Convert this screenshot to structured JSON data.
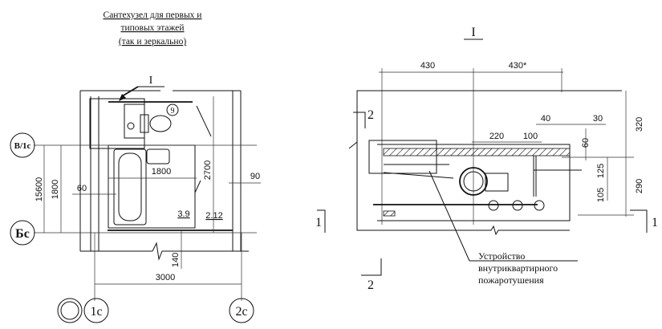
{
  "left_plan": {
    "title_lines": [
      "Сантехузел для первых и",
      "типовых этажей",
      "(так и зеркально)"
    ],
    "section_mark": "I",
    "fixture_tag": "9",
    "axis_labels": {
      "v1c": "В/1с",
      "bc": "Бс",
      "c1": "1с",
      "c2": "2с"
    },
    "dimensions": {
      "overall_vertical": "15600",
      "vertical": "1800",
      "bath_width": "1800",
      "height_2700": "2700",
      "offset_60": "60",
      "right_90": "90",
      "bottom_140": "140",
      "overall_width": "3000"
    },
    "level_marks": [
      "3.9",
      "2.12"
    ]
  },
  "right_section": {
    "title": "I",
    "section_marks": {
      "one_left": "1",
      "one_right": "1",
      "two_top": "2",
      "two_bottom": "2"
    },
    "dimensions": {
      "d430_left": "430",
      "d430_right": "430*",
      "d40": "40",
      "d30": "30",
      "d320": "320",
      "d220": "220",
      "d100": "100",
      "d60": "60",
      "d125": "125",
      "d290": "290",
      "d105": "105"
    },
    "callout_lines": [
      "Устройство",
      "внутриквартирного",
      "пожаротушения"
    ]
  }
}
